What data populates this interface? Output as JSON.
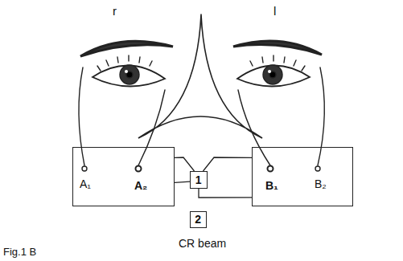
{
  "diagram": {
    "nodes": [
      {
        "text": [
          "A₁",
          "A₂"
        ]
      },
      {
        "text": [
          "1"
        ]
      },
      {
        "text": [
          "B₁",
          "B₂"
        ]
      },
      {
        "text": [
          "2"
        ]
      }
    ],
    "edges": [
      {
        "from": 0,
        "to": 1,
        "arrow": "none"
      },
      {
        "from": 0,
        "to": 1,
        "arrow": "none"
      },
      {
        "from": 2,
        "to": 1,
        "arrow": "none"
      },
      {
        "from": 2,
        "to": 1,
        "arrow": "none"
      }
    ],
    "labels": [
      "r",
      "l",
      "CR beam",
      "Fig.1 B"
    ]
  }
}
